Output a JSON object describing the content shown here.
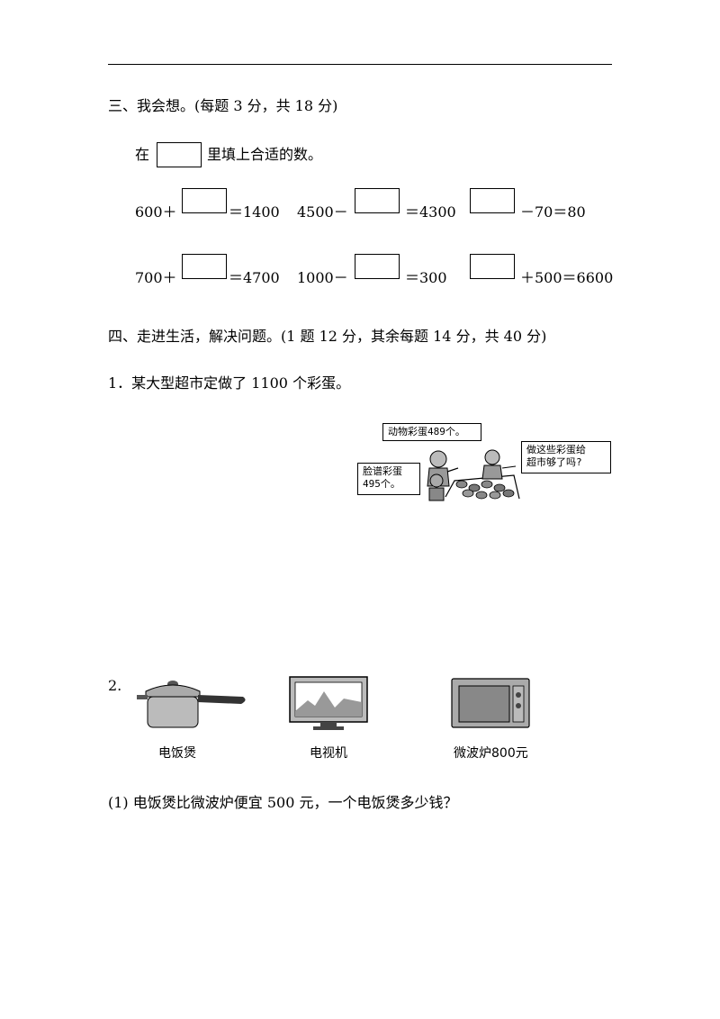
{
  "section3": {
    "heading": "三、我会想。(每题 3 分，共 18 分)",
    "instruction_before": "在",
    "instruction_after": "里填上合适的数。",
    "row1": [
      {
        "left": "600＋",
        "right": "＝1400"
      },
      {
        "left": "4500－",
        "right": "＝4300"
      },
      {
        "left": "",
        "right": "－70＝80"
      }
    ],
    "row2": [
      {
        "left": "700＋",
        "right": "＝4700"
      },
      {
        "left": "1000－",
        "right": "＝300"
      },
      {
        "left": "",
        "right": "＋500＝6600"
      }
    ]
  },
  "section4": {
    "heading": "四、走进生活，解决问题。(1 题 12 分，其余每题 14 分，共 40 分)",
    "q1": {
      "text": "1．某大型超市定做了 1100 个彩蛋。",
      "bubble_animal": "动物彩蛋489个。",
      "bubble_face_line1": "脸谱彩蛋",
      "bubble_face_line2": "495个。",
      "bubble_question_line1": "做这些彩蛋给",
      "bubble_question_line2": "超市够了吗?"
    },
    "q2": {
      "number": "2.",
      "items": [
        {
          "name": "电饭煲",
          "icon": "rice-cooker-icon"
        },
        {
          "name": "电视机",
          "icon": "tv-icon"
        },
        {
          "name": "微波炉800元",
          "icon": "microwave-icon"
        }
      ],
      "sub1": "(1)  电饭煲比微波炉便宜 500 元，一个电饭煲多少钱？"
    }
  }
}
